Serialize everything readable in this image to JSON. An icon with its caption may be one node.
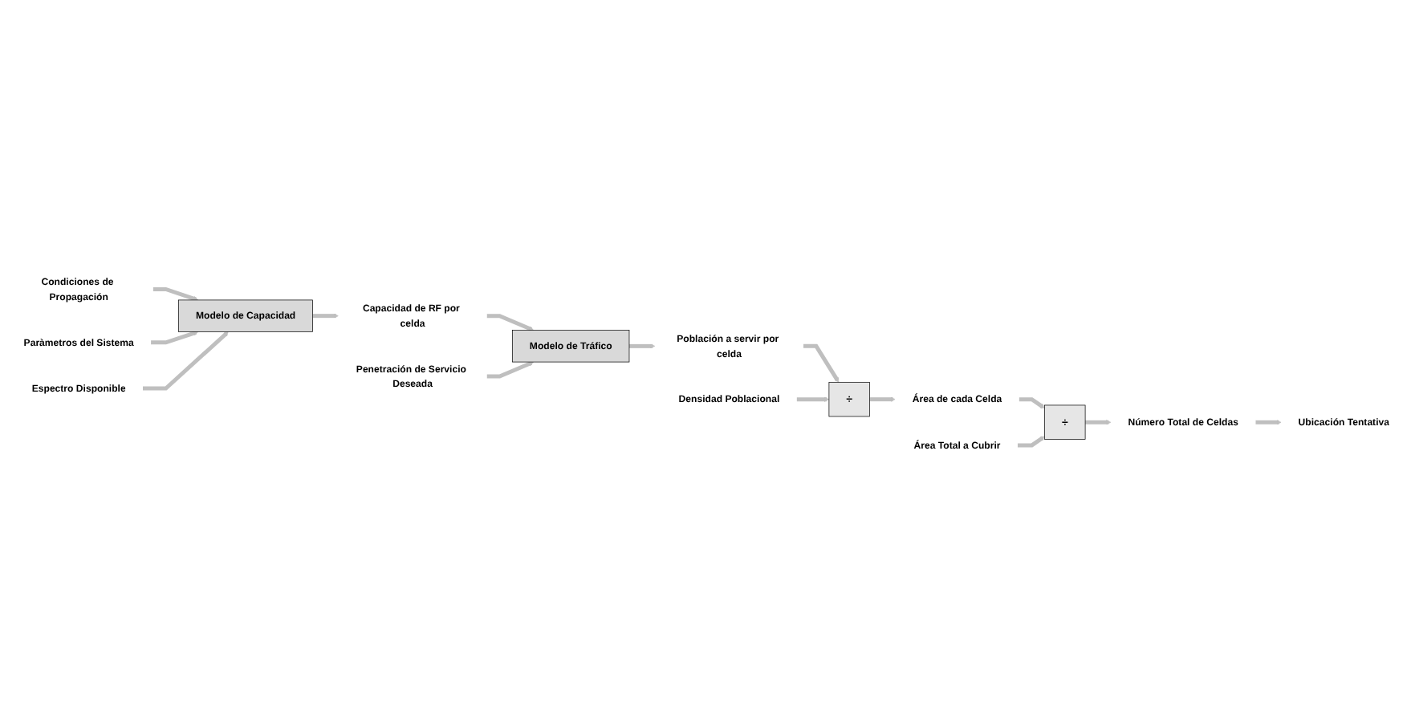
{
  "diagram": {
    "nodes": [
      {
        "text": [
          "Condiciones de Propagación"
        ]
      },
      {
        "text": [
          "Paràmetros del Sistema"
        ]
      },
      {
        "text": [
          "Espectro Disponible"
        ]
      },
      {
        "text": [
          "Modelo de Capacidad"
        ]
      },
      {
        "text": [
          "Capacidad de RF por celda"
        ]
      },
      {
        "text": [
          "Penetración de Servicio Deseada"
        ]
      },
      {
        "text": [
          "Modelo de Tráfico"
        ]
      },
      {
        "text": [
          "Población a servir por celda"
        ]
      },
      {
        "text": [
          "÷"
        ]
      },
      {
        "text": [
          "Densidad Poblacional"
        ]
      },
      {
        "text": [
          "Área de cada Celda"
        ]
      },
      {
        "text": [
          "÷"
        ]
      },
      {
        "text": [
          "Área Total a Cubrir"
        ]
      },
      {
        "text": [
          "Número Total de Celdas"
        ]
      },
      {
        "text": [
          "Ubicación Tentativa"
        ]
      }
    ],
    "edges": [
      {
        "from": 0,
        "to": 3,
        "arrow": "to"
      },
      {
        "from": 1,
        "to": 3,
        "arrow": "to"
      },
      {
        "from": 2,
        "to": 3,
        "arrow": "to"
      },
      {
        "from": 3,
        "to": 4,
        "arrow": "to"
      },
      {
        "from": 4,
        "to": 6,
        "arrow": "to"
      },
      {
        "from": 5,
        "to": 6,
        "arrow": "to"
      },
      {
        "from": 6,
        "to": 7,
        "arrow": "to"
      },
      {
        "from": 7,
        "to": 8,
        "arrow": "to"
      },
      {
        "from": 9,
        "to": 8,
        "arrow": "to"
      },
      {
        "from": 8,
        "to": 10,
        "arrow": "to"
      },
      {
        "from": 10,
        "to": 11,
        "arrow": "to"
      },
      {
        "from": 12,
        "to": 11,
        "arrow": "to"
      },
      {
        "from": 11,
        "to": 13,
        "arrow": "to"
      },
      {
        "from": 13,
        "to": 14,
        "arrow": "to"
      }
    ]
  }
}
